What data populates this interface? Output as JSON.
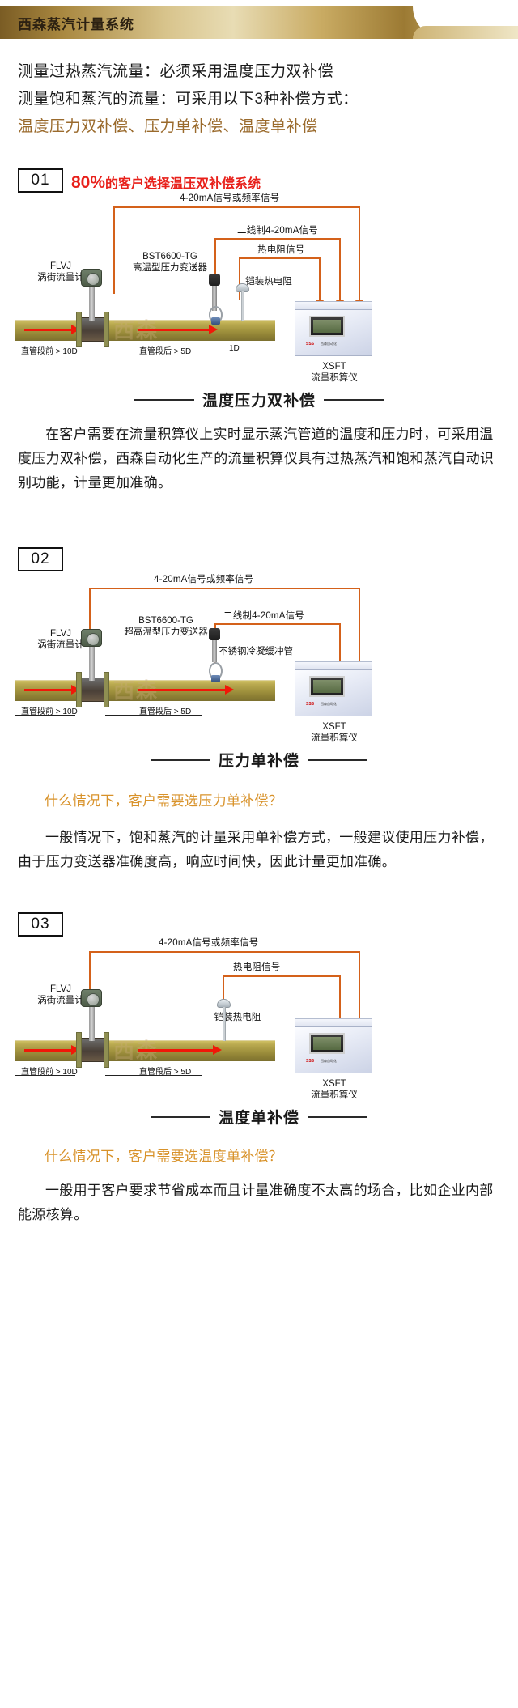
{
  "header": {
    "title": "西森蒸汽计量系统"
  },
  "intro": {
    "line1": "测量过热蒸汽流量：必须采用温度压力双补偿",
    "line2": "测量饱和蒸汽的流量：可采用以下3种补偿方式：",
    "line3": "温度压力双补偿、压力单补偿、温度单补偿"
  },
  "sections": [
    {
      "number": "01",
      "headline_pct": "80%",
      "headline_rest": "的客户选择温压双补偿系统",
      "signals": [
        "4-20mA信号或频率信号",
        "二线制4-20mA信号",
        "热电阻信号"
      ],
      "devices": {
        "flowmeter_model": "FLVJ",
        "flowmeter_name": "涡街流量计",
        "transmitter_model": "BST6600-TG",
        "transmitter_name": "高温型压力变送器",
        "rtd_name": "铠装热电阻"
      },
      "dimensions": {
        "upstream": "直管段前 > 10D",
        "downstream": "直管段后 > 5D",
        "spacing": "1D"
      },
      "computer": {
        "model": "XSFT",
        "name": "流量积算仪"
      },
      "caption": "温度压力双补偿",
      "paragraph": "在客户需要在流量积算仪上实时显示蒸汽管道的温度和压力时，可采用温度压力双补偿，西森自动化生产的流量积算仪具有过热蒸汽和饱和蒸汽自动识别功能，计量更加准确。"
    },
    {
      "number": "02",
      "headline_pct": "",
      "headline_rest": "",
      "signals": [
        "4-20mA信号或频率信号",
        "二线制4-20mA信号"
      ],
      "devices": {
        "flowmeter_model": "FLVJ",
        "flowmeter_name": "涡街流量计",
        "transmitter_model": "BST6600-TG",
        "transmitter_name": "超高温型压力变送器",
        "siphon_name": "不锈钢冷凝缓冲管"
      },
      "dimensions": {
        "upstream": "直管段前 > 10D",
        "downstream": "直管段后 > 5D"
      },
      "computer": {
        "model": "XSFT",
        "name": "流量积算仪"
      },
      "caption": "压力单补偿",
      "question": "什么情况下，客户需要选压力单补偿？",
      "paragraph": "一般情况下，饱和蒸汽的计量采用单补偿方式，一般建议使用压力补偿，由于压力变送器准确度高，响应时间快，因此计量更加准确。"
    },
    {
      "number": "03",
      "headline_pct": "",
      "headline_rest": "",
      "signals": [
        "4-20mA信号或频率信号",
        "热电阻信号"
      ],
      "devices": {
        "flowmeter_model": "FLVJ",
        "flowmeter_name": "涡街流量计",
        "rtd_name": "铠装热电阻"
      },
      "dimensions": {
        "upstream": "直管段前 > 10D",
        "downstream": "直管段后 > 5D"
      },
      "computer": {
        "model": "XSFT",
        "name": "流量积算仪"
      },
      "caption": "温度单补偿",
      "question": "什么情况下，客户需要选温度单补偿？",
      "paragraph": "一般用于客户要求节省成本而且计量准确度不太高的场合，比如企业内部能源核算。"
    }
  ],
  "watermark": "西森",
  "colors": {
    "accent_gold": "#9a6a2c",
    "headline_red": "#e8201a",
    "wire_orange": "#d4611a",
    "question_orange": "#d8922a",
    "pipe": "#9d8f3c"
  }
}
